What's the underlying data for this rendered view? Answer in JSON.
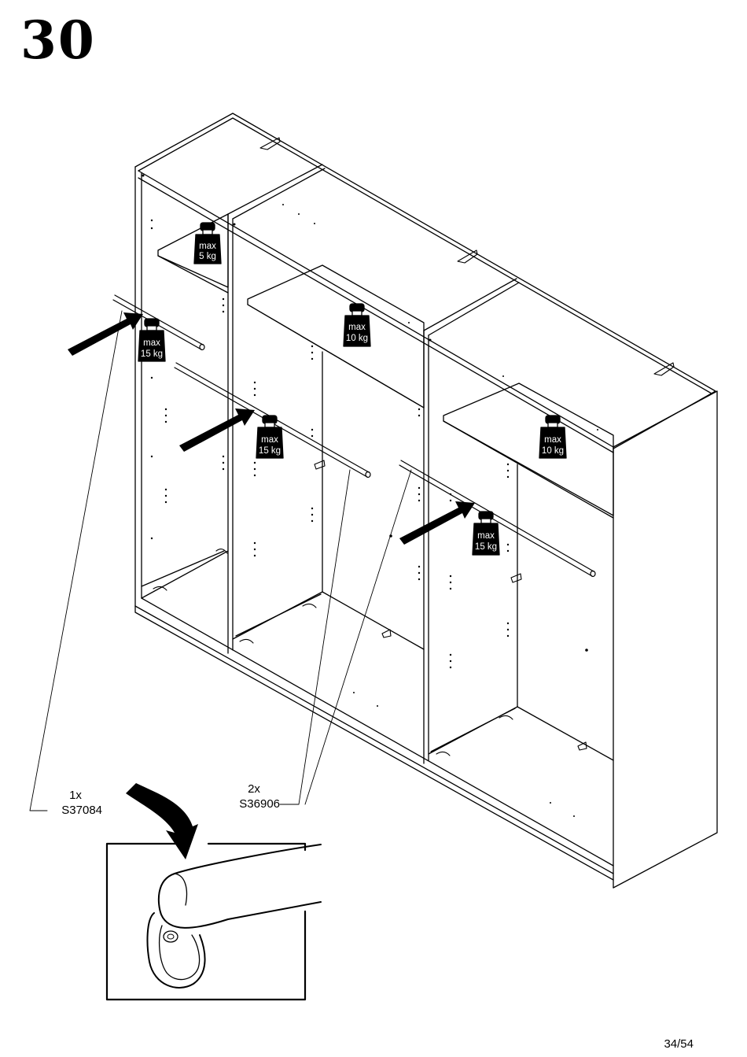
{
  "step": {
    "number": "30"
  },
  "weights": [
    {
      "line1": "max",
      "line2": "5 kg"
    },
    {
      "line1": "max",
      "line2": "10 kg"
    },
    {
      "line1": "max",
      "line2": "15 kg"
    },
    {
      "line1": "max",
      "line2": "15 kg"
    },
    {
      "line1": "max",
      "line2": "10 kg"
    },
    {
      "line1": "max",
      "line2": "15 kg"
    }
  ],
  "parts": [
    {
      "quantity": "1x",
      "code": "S37084"
    },
    {
      "quantity": "2x",
      "code": "S36906"
    }
  ],
  "page": {
    "number": "34/54"
  }
}
